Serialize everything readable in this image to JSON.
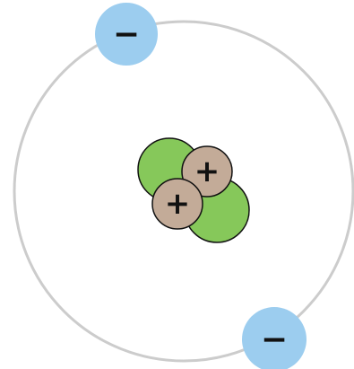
{
  "colors": {
    "background": "#ffffff",
    "orbit": "#cccccc",
    "electron": "#9ccdef",
    "neutron": "#86c85a",
    "proton": "#c3ab98",
    "outline": "#111111"
  },
  "electrons": [
    {
      "sign": "−",
      "kind": "electron"
    },
    {
      "sign": "−",
      "kind": "electron"
    }
  ],
  "nucleus": {
    "neutrons": [
      {
        "kind": "neutron"
      },
      {
        "kind": "neutron"
      }
    ],
    "protons": [
      {
        "sign": "+",
        "kind": "proton"
      },
      {
        "sign": "+",
        "kind": "proton"
      }
    ]
  }
}
